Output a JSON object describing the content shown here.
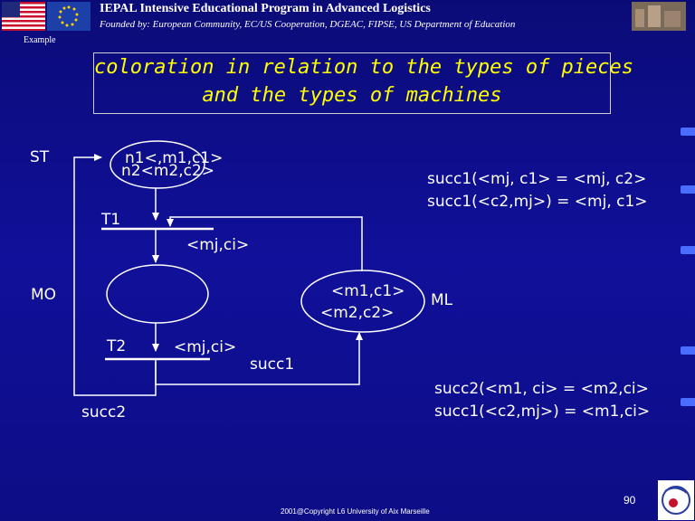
{
  "header": {
    "title": "IEPAL Intensive Educational Program in Advanced Logistics",
    "subtitle": "Founded by: European Community, EC/US Cooperation, DGEAC, FIPSE, US Department of Education",
    "example_label": "Example"
  },
  "title": {
    "line1": "coloration in relation to the types of pieces",
    "line2": "and the types of machines"
  },
  "diagram": {
    "st": "ST",
    "marking1_line1": "n1<,m1,c1>",
    "marking1_line2": "n2<m2,c2>",
    "t1": "T1",
    "arc_mj_ci_top": "<mj,ci>",
    "mo": "MO",
    "marking2_line1": "<m1,c1>",
    "marking2_line2": "<m2,c2>",
    "ml": "ML",
    "t2": "T2",
    "arc_mj_ci_bottom": "<mj,ci>",
    "succ1_arc": "succ1",
    "succ2_arc": "succ2",
    "eq1_line1": "succ1(<mj, c1> = <mj, c2>",
    "eq1_line2": "succ1(<c2,mj>) = <mj, c1>",
    "eq2_line1": "succ2(<m1, ci> = <m2,ci>",
    "eq2_line2": "succ1(<c2,mj>) = <m1,ci>"
  },
  "footer": {
    "copyright": "2001@Copyright L6 University of Aix Marseille",
    "page_number": "90"
  },
  "colors": {
    "background": "#0d0d8a",
    "title_text": "#ffff00",
    "text": "#ffffff"
  }
}
